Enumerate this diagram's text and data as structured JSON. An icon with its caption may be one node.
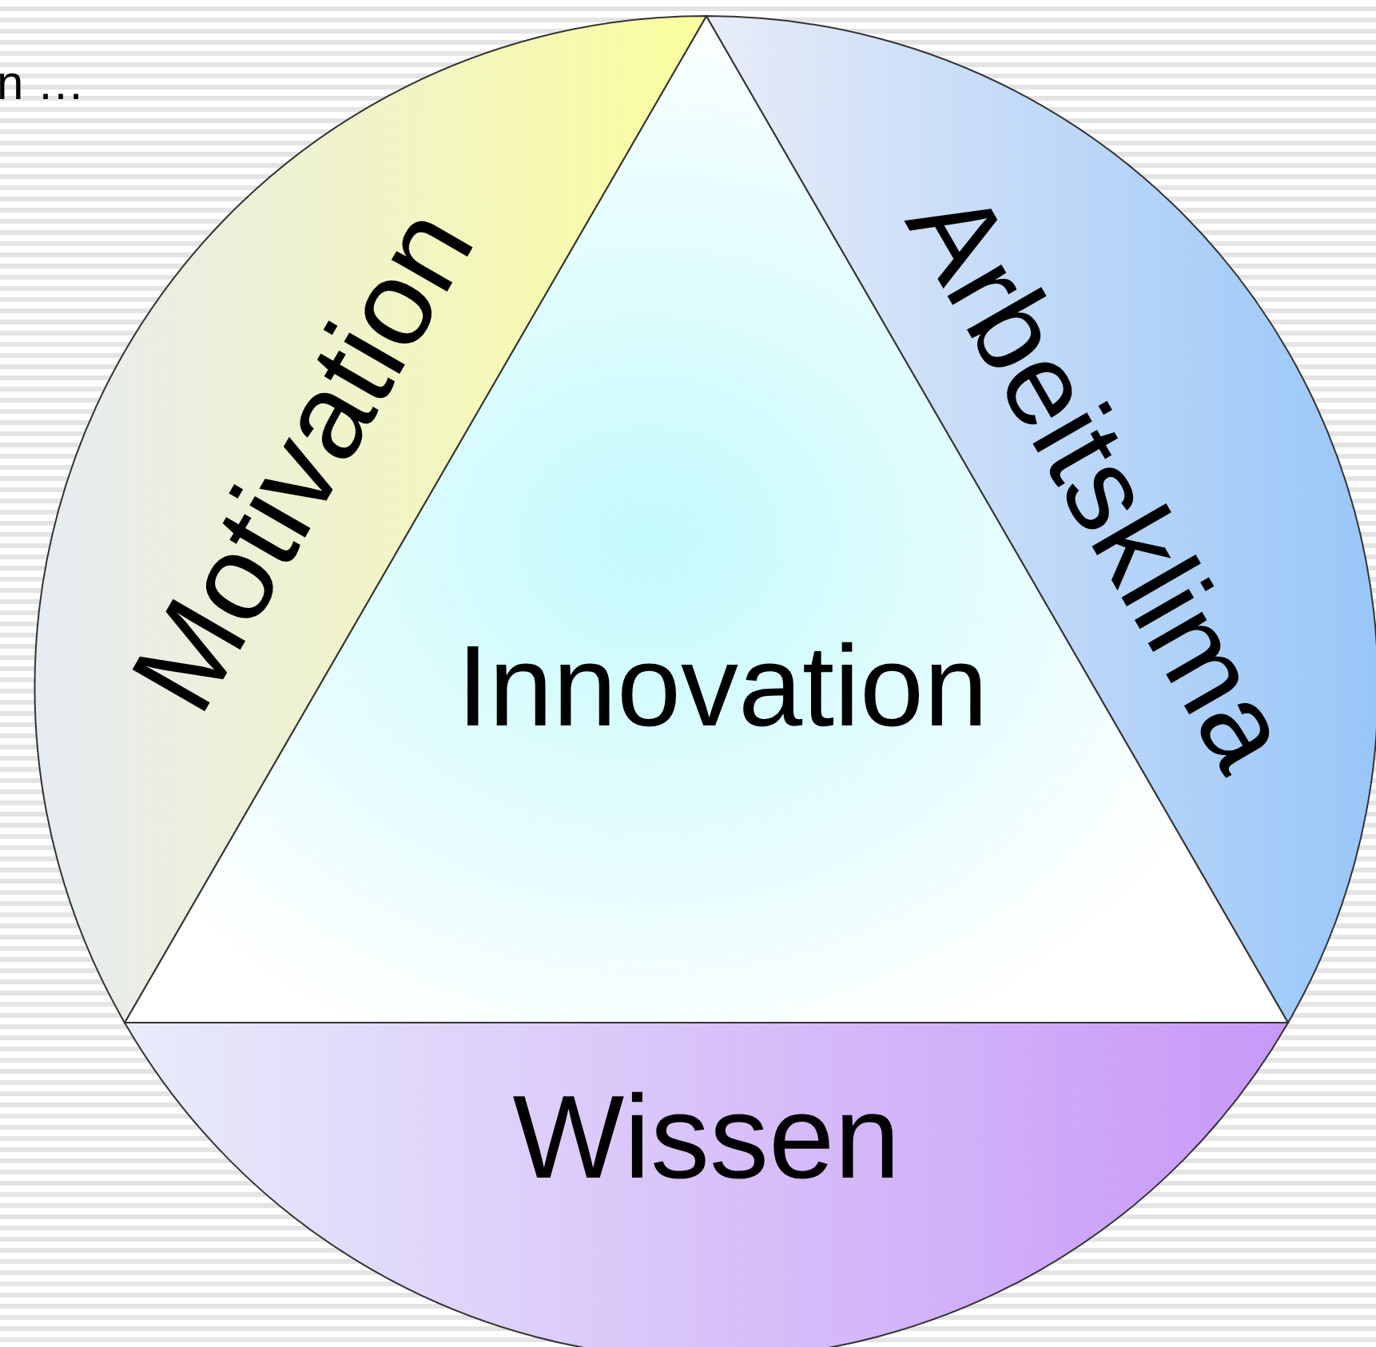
{
  "diagram": {
    "nodes": [
      {
        "text": [
          "Innovation"
        ]
      },
      {
        "text": [
          "Motivation"
        ]
      },
      {
        "text": [
          "Arbeitsklima"
        ]
      },
      {
        "text": [
          "Wissen"
        ]
      }
    ],
    "labels": [
      "n …"
    ]
  }
}
